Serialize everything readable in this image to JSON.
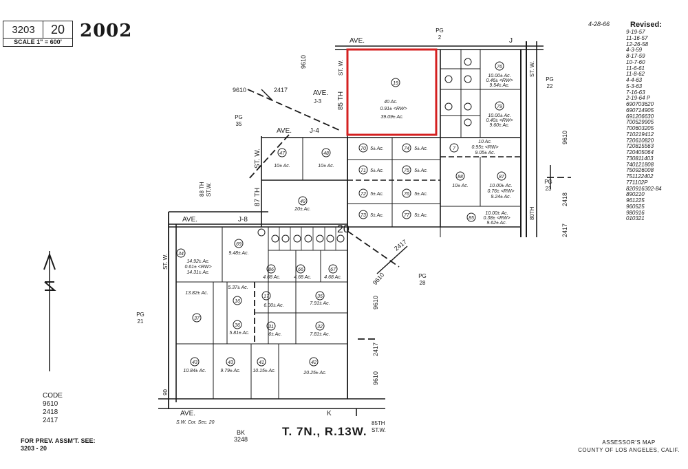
{
  "header": {
    "book": "3203",
    "page": "20",
    "scale": "SCALE 1\" = 600'",
    "year": "2002",
    "map_date": "4-28-66"
  },
  "revised": {
    "title": "Revised:",
    "entries": [
      "9-19-57",
      "11-16-57",
      "12-26-58",
      "4-3-59",
      "8-17-59",
      "10-7-60",
      "11-6-61",
      "11-8-62",
      "4-4-63",
      "5-3-63",
      "7-16-63",
      "2-19-64 P",
      "690703620",
      "690714905",
      "691206630",
      "700529905",
      "700603205",
      "710219412",
      "720610820",
      "720815563",
      "720405064",
      "730811403",
      "740121808",
      "750926008",
      "751122402",
      "771102P",
      "820916302-84",
      "890210",
      "961225",
      "960525",
      "980916",
      "010321"
    ]
  },
  "code": {
    "label": "CODE",
    "values": [
      "9610",
      "2418",
      "2417"
    ]
  },
  "prev_assmt": {
    "label": "FOR PREV. ASSM'T. SEE:",
    "ref": "3203 - 20"
  },
  "township": "T. 7N., R.13W.",
  "bk": {
    "label": "BK",
    "value": "3248"
  },
  "assessor": {
    "line1": "ASSESSOR'S MAP",
    "line2": "COUNTY OF LOS ANGELES, CALIF."
  },
  "streets": {
    "ave_j": "AVE.",
    "j": "J",
    "ave_j3": "AVE.",
    "j3": "J-3",
    "ave_j4": "AVE.",
    "j4": "J-4",
    "ave_j8": "AVE.",
    "j8": "J-8",
    "ave_k": "AVE.",
    "k": "K",
    "st_85": "85 TH",
    "st_87": "87 TH",
    "st_88": "88 TH",
    "st_90": "90",
    "st_80": "80TH",
    "st_85_bottom": "85TH",
    "stw": "ST. W.",
    "stw2": "ST.W.",
    "sec_cor": "S.W. Cor. Sec. 20"
  },
  "page_refs": {
    "pg2": {
      "label": "PG",
      "num": "2"
    },
    "pg22": {
      "label": "PG",
      "num": "22"
    },
    "pg23": {
      "label": "PG",
      "num": "23"
    },
    "pg35": {
      "label": "PG",
      "num": "35"
    },
    "pg21": {
      "label": "PG",
      "num": "21"
    },
    "pg28": {
      "label": "PG",
      "num": "28"
    }
  },
  "tax_codes": {
    "c9610": "9610",
    "c2417": "2417",
    "c2418": "2418"
  },
  "section": "20",
  "highlight_color": "#d42020",
  "parcels": {
    "p19": {
      "num": "19",
      "area1": "40 Ac.",
      "area2": "0.91± <RW>",
      "area3": "39.09± Ac."
    },
    "p47": {
      "num": "47",
      "area": "10± Ac."
    },
    "p48": {
      "num": "48",
      "area": "10± Ac."
    },
    "p49": {
      "num": "49",
      "area": "20± Ac."
    },
    "p70": {
      "num": "70",
      "area": "5± Ac."
    },
    "p71": {
      "num": "71",
      "area": "5± Ac."
    },
    "p72": {
      "num": "72",
      "area": "5± Ac."
    },
    "p73": {
      "num": "73",
      "area": "5± Ac."
    },
    "p74": {
      "num": "74",
      "area": "5± Ac."
    },
    "p75": {
      "num": "75",
      "area": "5± Ac."
    },
    "p76": {
      "num": "76",
      "area": "5± Ac."
    },
    "p77": {
      "num": "77",
      "area": "5± Ac."
    },
    "p7": {
      "num": "7",
      "area1": "10 Ac.",
      "area2": "0.95± <RW>",
      "area3": "9.05± Ac."
    },
    "p88": {
      "num": "88",
      "area": "10± Ac."
    },
    "p87": {
      "num": "87",
      "area1": "10.00± Ac.",
      "area2": "0.76± <RW>",
      "area3": "9.24± Ac."
    },
    "p85": {
      "num": "85",
      "area1": "10.00± Ac.",
      "area2": "0.38± <RW>",
      "area3": "9.62± Ac."
    },
    "p76b": {
      "num": "76",
      "area1": "10.00± Ac.",
      "area2": "0.46± <RW>",
      "area3": "9.54± Ac."
    },
    "p79": {
      "num": "79",
      "area1": "10.00± Ac.",
      "area2": "0.40± <RW>",
      "area3": "9.60± Ac."
    },
    "p34": {
      "num": "34",
      "area1": "14.92± Ac.",
      "area2": "0.61± <RW>",
      "area3": "14.31± Ac."
    },
    "p69": {
      "num": "69",
      "area": "9.48± Ac."
    },
    "p16": {
      "num": "16",
      "area": "5.37± Ac."
    },
    "p17": {
      "num": "17",
      "area": "6.00± Ac."
    },
    "p35": {
      "num": "35",
      "area": "7.91± Ac."
    },
    "p31": {
      "num": "31",
      "area": "6± Ac."
    },
    "p32": {
      "num": "32",
      "area": "7.81± Ac."
    },
    "p86": {
      "num": "86",
      "area": "4.68 Ac."
    },
    "p66": {
      "num": "66",
      "area": "4.68 Ac."
    },
    "p67": {
      "num": "67",
      "area": "4.68 Ac."
    },
    "p43a": {
      "num": "43",
      "area": "10.84± Ac."
    },
    "p43b": {
      "num": "43",
      "area": "9.79± Ac."
    },
    "p41": {
      "num": "41",
      "area": "10.15± Ac."
    },
    "p42": {
      "num": "42",
      "area": "20.25± Ac."
    },
    "p37": {
      "num": "37",
      "area": "13.82± Ac."
    },
    "p36": {
      "num": "36",
      "area": "5.81± Ac."
    }
  }
}
